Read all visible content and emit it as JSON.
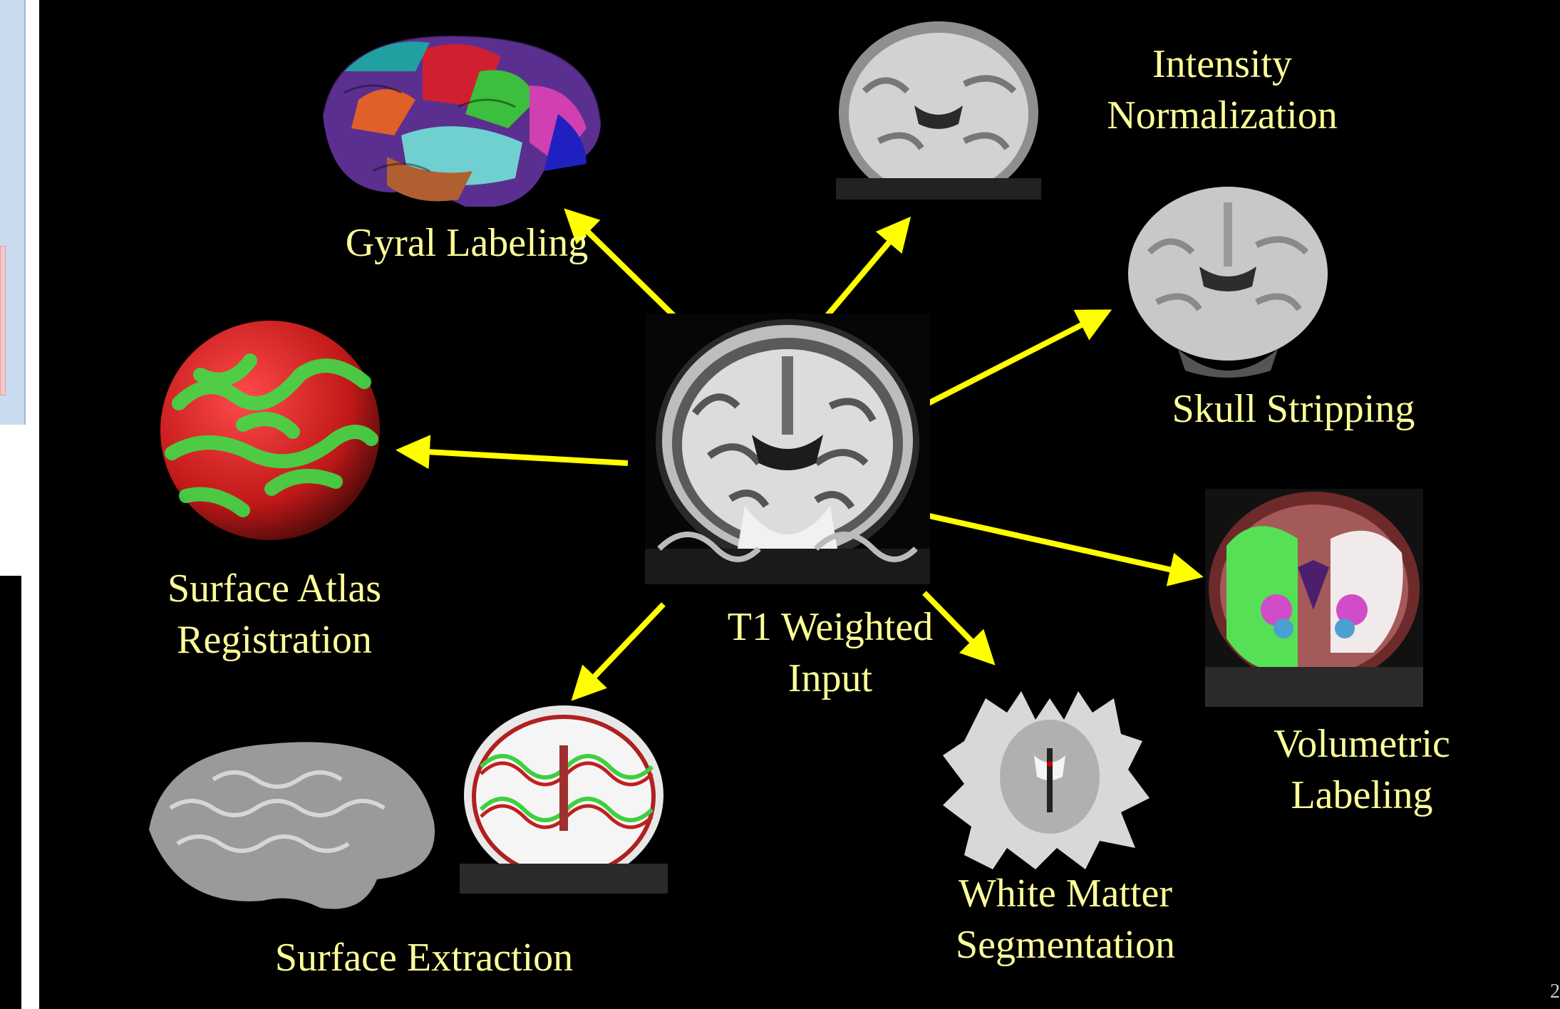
{
  "colors": {
    "background": "#000000",
    "label_text": "#ffff99",
    "arrow": "#ffff00",
    "sidebar_blue": "#c9dcef"
  },
  "center": {
    "label_line1": "T1 Weighted",
    "label_line2": "Input"
  },
  "nodes": {
    "intensity_normalization": {
      "line1": "Intensity",
      "line2": "Normalization"
    },
    "skull_stripping": {
      "line1": "Skull Stripping"
    },
    "volumetric_labeling": {
      "line1": "Volumetric",
      "line2": "Labeling"
    },
    "white_matter_segmentation": {
      "line1": "White Matter",
      "line2": "Segmentation"
    },
    "surface_extraction": {
      "line1": "Surface Extraction"
    },
    "surface_atlas_registration": {
      "line1": "Surface Atlas",
      "line2": "Registration"
    },
    "gyral_labeling": {
      "line1": "Gyral Labeling"
    }
  },
  "page_number": "2"
}
